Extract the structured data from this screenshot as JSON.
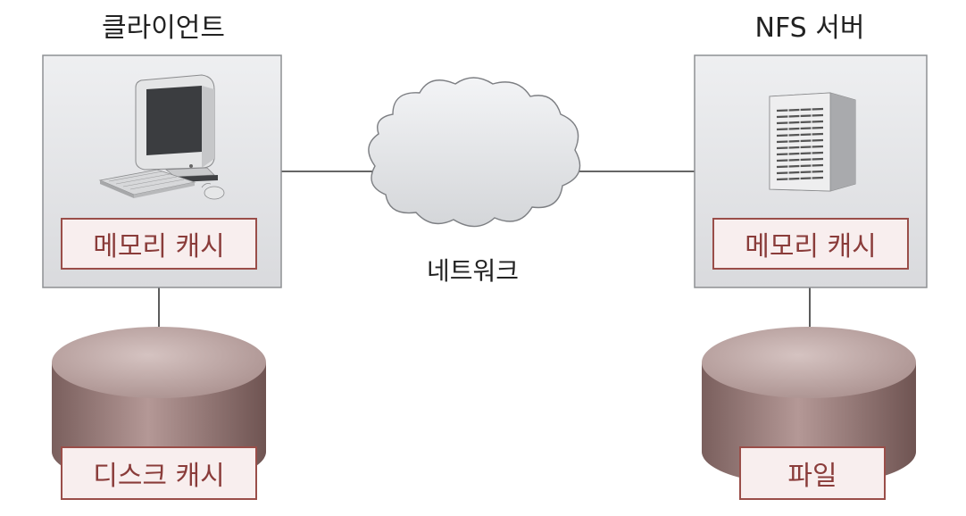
{
  "client": {
    "title": "클라이언트",
    "memory_cache_label": "메모리 캐시",
    "disk_cache_label": "디스크 캐시",
    "icon": "desktop-computer-icon"
  },
  "network": {
    "label": "네트워크",
    "icon": "cloud-icon"
  },
  "server": {
    "title": "NFS 서버",
    "memory_cache_label": "메모리 캐시",
    "file_label": "파일",
    "icon": "server-tower-icon"
  },
  "colors": {
    "box_fill": "#e2e3e5",
    "box_border": "#8e9094",
    "label_border": "#9a4e49",
    "label_fill": "#f8eeee",
    "label_text": "#8a3c3a",
    "disk_body": "#9c8280",
    "disk_top": "#c0aaa8",
    "link_line": "#333333"
  }
}
